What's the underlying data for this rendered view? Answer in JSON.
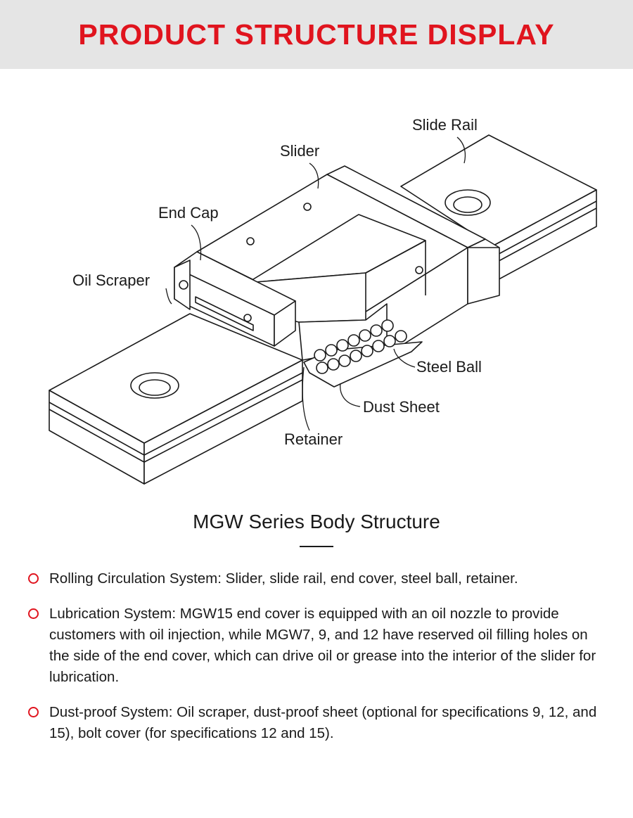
{
  "header": {
    "title": "PRODUCT STRUCTURE DISPLAY"
  },
  "labels": {
    "slide_rail": "Slide Rail",
    "slider": "Slider",
    "end_cap": "End Cap",
    "oil_scraper": "Oil Scraper",
    "steel_ball": "Steel Ball",
    "dust_sheet": "Dust Sheet",
    "retainer": "Retainer"
  },
  "subtitle": "MGW Series Body Structure",
  "features": [
    {
      "text": "Rolling Circulation System: Slider, slide rail, end cover, steel ball, retainer."
    },
    {
      "text": "Lubrication System: MGW15 end cover is equipped with an oil nozzle to provide customers with oil injection, while MGW7, 9, and 12 have reserved oil filling holes on the side of the end cover, which can drive oil or grease into the interior of the slider for lubrication."
    },
    {
      "text": "Dust-proof System: Oil scraper, dust-proof sheet (optional for specifications 9, 12, and 15), bolt cover (for specifications 12 and 15)."
    }
  ],
  "colors": {
    "accent": "#e0141e",
    "header_bg": "#e5e5e5"
  }
}
